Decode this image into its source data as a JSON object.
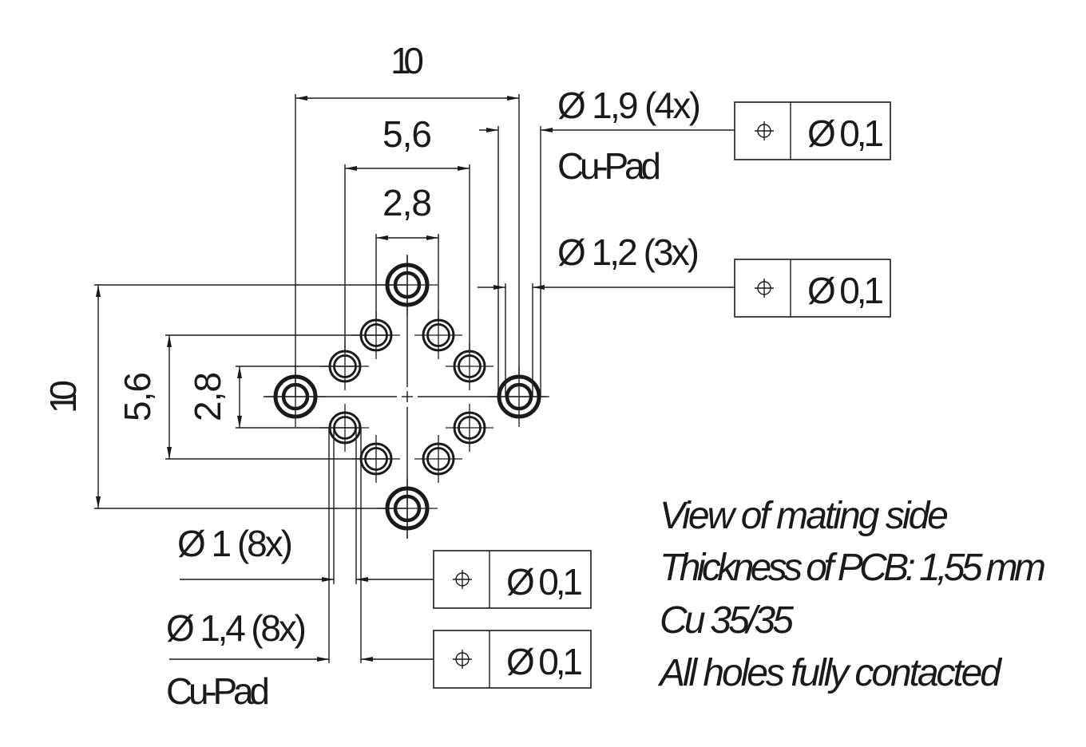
{
  "dimensions": {
    "top_outer": "10",
    "top_middle": "5,6",
    "top_inner": "2,8",
    "left_outer": "10",
    "left_middle": "5,6",
    "left_inner": "2,8"
  },
  "callouts": {
    "large_pad": {
      "label": "Ø 1,9 (4x)",
      "sub": "Cu-Pad",
      "tolerance": "Ø 0,1"
    },
    "large_hole": {
      "label": "Ø 1,2 (3x)",
      "tolerance": "Ø 0,1"
    },
    "small_hole": {
      "label": "Ø 1 (8x)",
      "tolerance": "Ø 0,1"
    },
    "small_pad": {
      "label": "Ø 1,4 (8x)",
      "sub": "Cu-Pad",
      "tolerance": "Ø 0,1"
    }
  },
  "position_symbol": "position-tolerance-icon",
  "notes": [
    "View of mating side",
    "Thickness of PCB: 1,55 mm",
    "Cu 35/35",
    "All holes fully contacted"
  ]
}
